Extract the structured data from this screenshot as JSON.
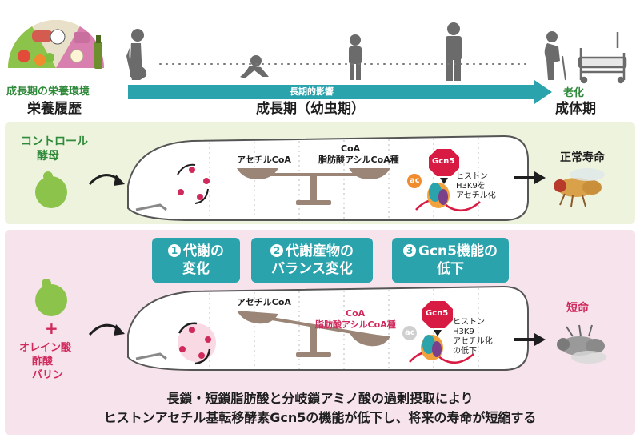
{
  "header": {
    "nutrition_env_label": "成長期の栄養環境",
    "nutrition_history": "栄養履歴",
    "long_term_effect": "長期的影響",
    "growth_period": "成長期（幼虫期）",
    "aging": "老化",
    "adult_period": "成体期"
  },
  "control": {
    "title_line1": "コントロール",
    "title_line2": "酵母",
    "acetyl_coa": "アセチルCoA",
    "coa_line1": "CoA",
    "coa_line2": "脂肪酸アシルCoA種",
    "gcn5": "Gcn5",
    "ac": "ac",
    "histone_line1": "ヒストン",
    "histone_line2": "H3K9を",
    "histone_line3": "アセチル化",
    "outcome": "正常寿命"
  },
  "factors": [
    {
      "num": "1",
      "line1": "代謝の",
      "line2": "変化"
    },
    {
      "num": "2",
      "line1": "代謝産物の",
      "line2": "バランス変化"
    },
    {
      "num": "3",
      "line1": "Gcn5機能の",
      "line2": "低下"
    }
  ],
  "treated": {
    "plus": "+",
    "line1": "オレイン酸",
    "line2": "酢酸",
    "line3": "バリン",
    "acetyl_coa": "アセチルCoA",
    "coa_line1": "CoA",
    "coa_line2": "脂肪酸アシルCoA種",
    "gcn5": "Gcn5",
    "ac": "ac",
    "histone_line1": "ヒストン",
    "histone_line2": "H3K9",
    "histone_line3": "アセチル化",
    "histone_line4": "の低下",
    "outcome": "短命"
  },
  "conclusion": {
    "line1": "長鎖・短鎖脂肪酸と分岐鎖アミノ酸の過剰摂取により",
    "line2": "ヒストンアセチル基転移酵素Gcn5の機能が低下し、将来の寿命が短縮する"
  },
  "colors": {
    "teal": "#2aa3ad",
    "green": "#2f8a3a",
    "magenta": "#d02a5c",
    "gcn5_red": "#d81b43",
    "silhouette": "#6b6b6b",
    "balance_brown": "#9b8577"
  }
}
